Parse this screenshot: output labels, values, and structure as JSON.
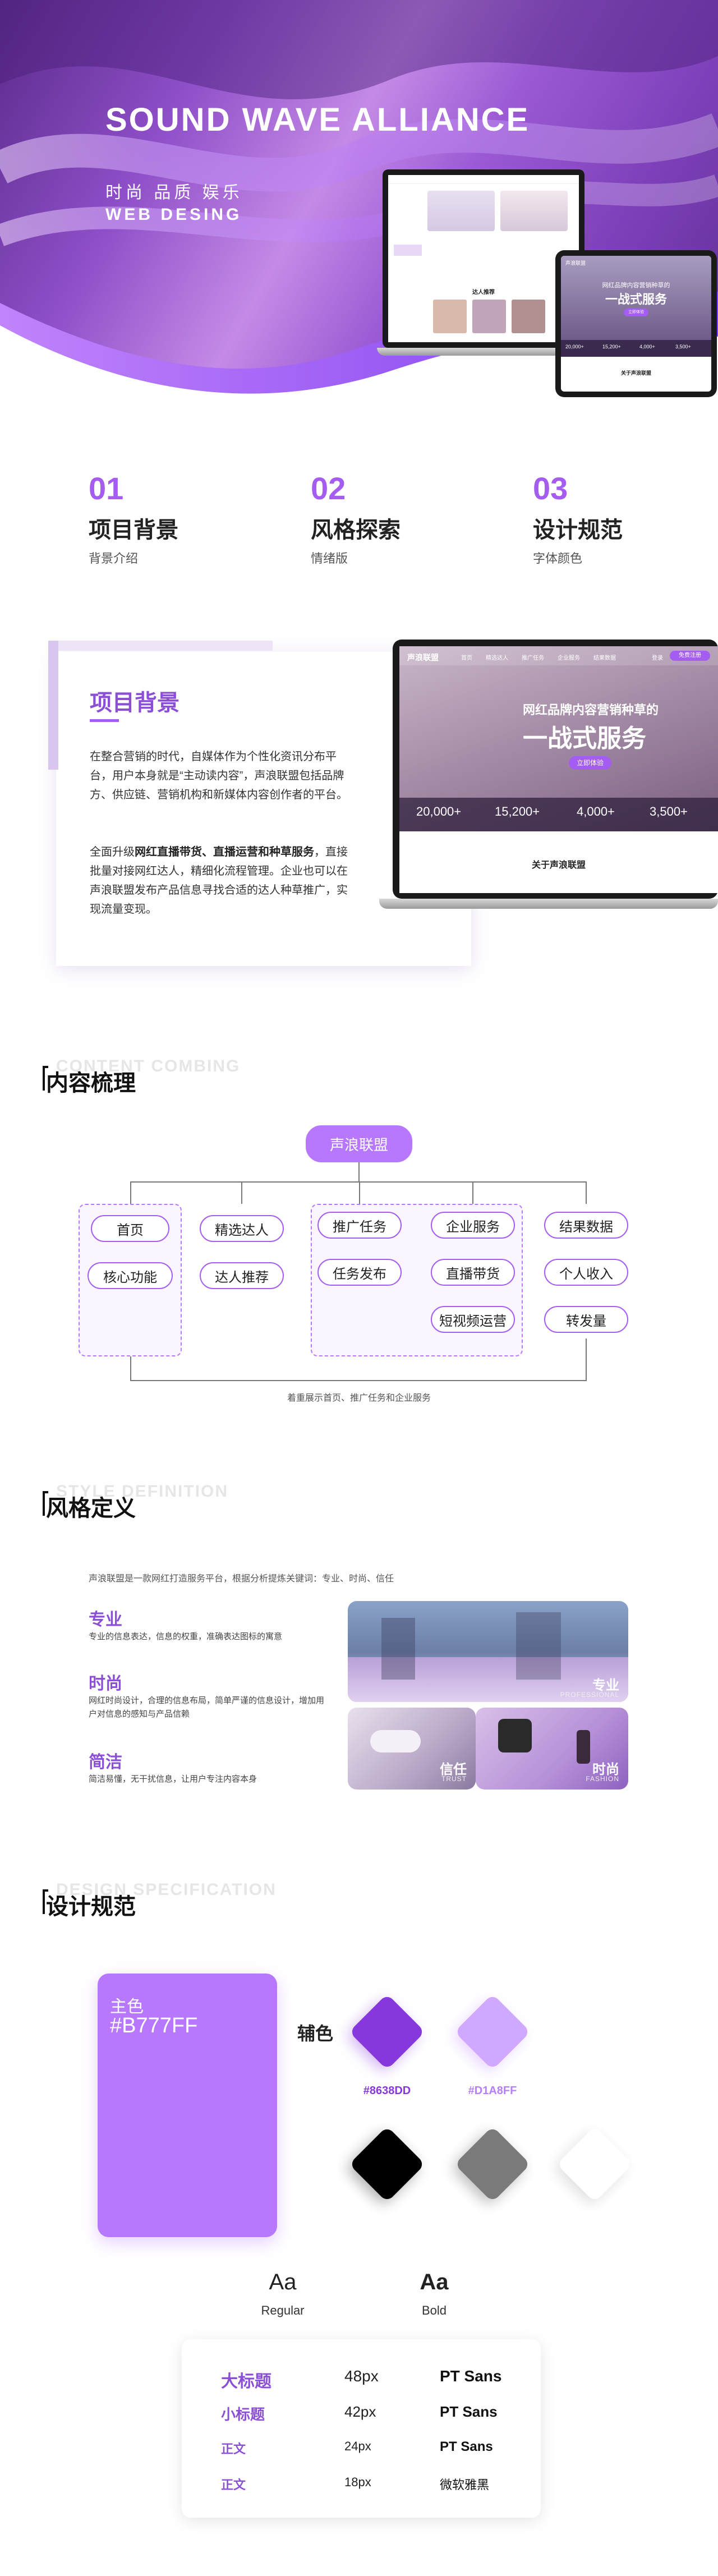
{
  "hero": {
    "title": "SOUND WAVE ALLIANCE",
    "subtitle": "时尚  品质  娱乐",
    "subtitle_en": "WEB DESING",
    "laptop_brand": "声浪联盟",
    "laptop_heading_small": "网红品牌内容营销种草的",
    "laptop_heading_big": "一战式服务",
    "laptop_button": "立即体验",
    "laptop_section": "达人推荐",
    "laptop_about": "关于声浪联盟",
    "laptop_stats": [
      "20,000+",
      "15,200+",
      "4,000+",
      "3,500+"
    ],
    "colors": {
      "accent": "#b777ff"
    }
  },
  "intro": [
    {
      "num": "01",
      "title": "项目背景",
      "sub": "背景介绍"
    },
    {
      "num": "02",
      "title": "风格探索",
      "sub": "情绪版"
    },
    {
      "num": "03",
      "title": "设计规范",
      "sub": "字体颜色"
    }
  ],
  "background": {
    "title": "项目背景",
    "p1": "在整合营销的时代，自媒体作为个性化资讯分布平台，用户本身就是“主动读内容”，声浪联盟包括品牌方、供应链、营销机构和新媒体内容创作者的平台。",
    "p2_pre": "全面升级",
    "p2_bold": "网红直播带货、直播运营和种草服务",
    "p2_post": "，直接批量对接网红达人，精细化流程管理。企业也可以在声浪联盟发布产品信息寻找合适的达人种草推广，实现流量变现。",
    "mock": {
      "brand": "声浪联盟",
      "nav": [
        "首页",
        "精选达人",
        "推广任务",
        "企业服务",
        "结果数据"
      ],
      "heading_small": "网红品牌内容营销种草的",
      "heading_big": "一战式服务",
      "button": "立即体验",
      "stats": [
        "20,000+",
        "15,200+",
        "4,000+",
        "3,500+"
      ],
      "about": "关于声浪联盟",
      "login": "登录",
      "register": "免费注册"
    }
  },
  "combing": {
    "ghost": "CONTENT COMBING",
    "title": "内容梳理",
    "root": "声浪联盟",
    "col1": [
      "首页",
      "核心功能"
    ],
    "col2": [
      "精选达人",
      "达人推荐"
    ],
    "col3": [
      "推广任务",
      "任务发布"
    ],
    "col4": [
      "企业服务",
      "直播带货",
      "短视频运营"
    ],
    "col5": [
      "结果数据",
      "个人收入",
      "转发量"
    ],
    "note": "着重展示首页、推广任务和企业服务"
  },
  "style_def": {
    "ghost": "STYLE DEFINITION",
    "title": "风格定义",
    "intro": "声浪联盟是一款网红打造服务平台，根据分析提炼关键词：专业、时尚、信任",
    "items": [
      {
        "h": "专业",
        "p": "专业的信息表达，信息的权重，准确表达图标的寓意"
      },
      {
        "h": "时尚",
        "p": "网红时尚设计，合理的信息布局，简单严谨的信息设计，增加用户对信息的感知与产品信赖"
      },
      {
        "h": "简洁",
        "p": "简洁易懂，无干扰信息，让用户专注内容本身"
      }
    ],
    "photos": [
      {
        "cap": "专业",
        "en": "PROFESSIONAL"
      },
      {
        "cap": "信任",
        "en": "TRUST"
      },
      {
        "cap": "时尚",
        "en": "FASHION"
      }
    ]
  },
  "spec": {
    "ghost": "DESIGN SPECIFICATION",
    "title": "设计规范",
    "main_label": "主色",
    "main_hex": "#B777FF",
    "aux_label": "辅色",
    "aux": [
      {
        "hex": "#8638DD",
        "color": "#8638DD"
      },
      {
        "hex": "#D1A8FF",
        "color": "#D1A8FF"
      }
    ],
    "neutral": [
      "#000000",
      "#7a7a7a",
      "#ffffff"
    ],
    "aa": [
      {
        "glyph": "Aa",
        "label": "Regular"
      },
      {
        "glyph": "Aa",
        "label": "Bold"
      }
    ],
    "type_rows": [
      {
        "name": "大标题",
        "size": "48px",
        "font": "PT Sans"
      },
      {
        "name": "小标题",
        "size": "42px",
        "font": "PT Sans"
      },
      {
        "name": "正文",
        "size": "24px",
        "font": "PT Sans"
      },
      {
        "name": "正文",
        "size": "18px",
        "font": "微软雅黑"
      }
    ]
  }
}
